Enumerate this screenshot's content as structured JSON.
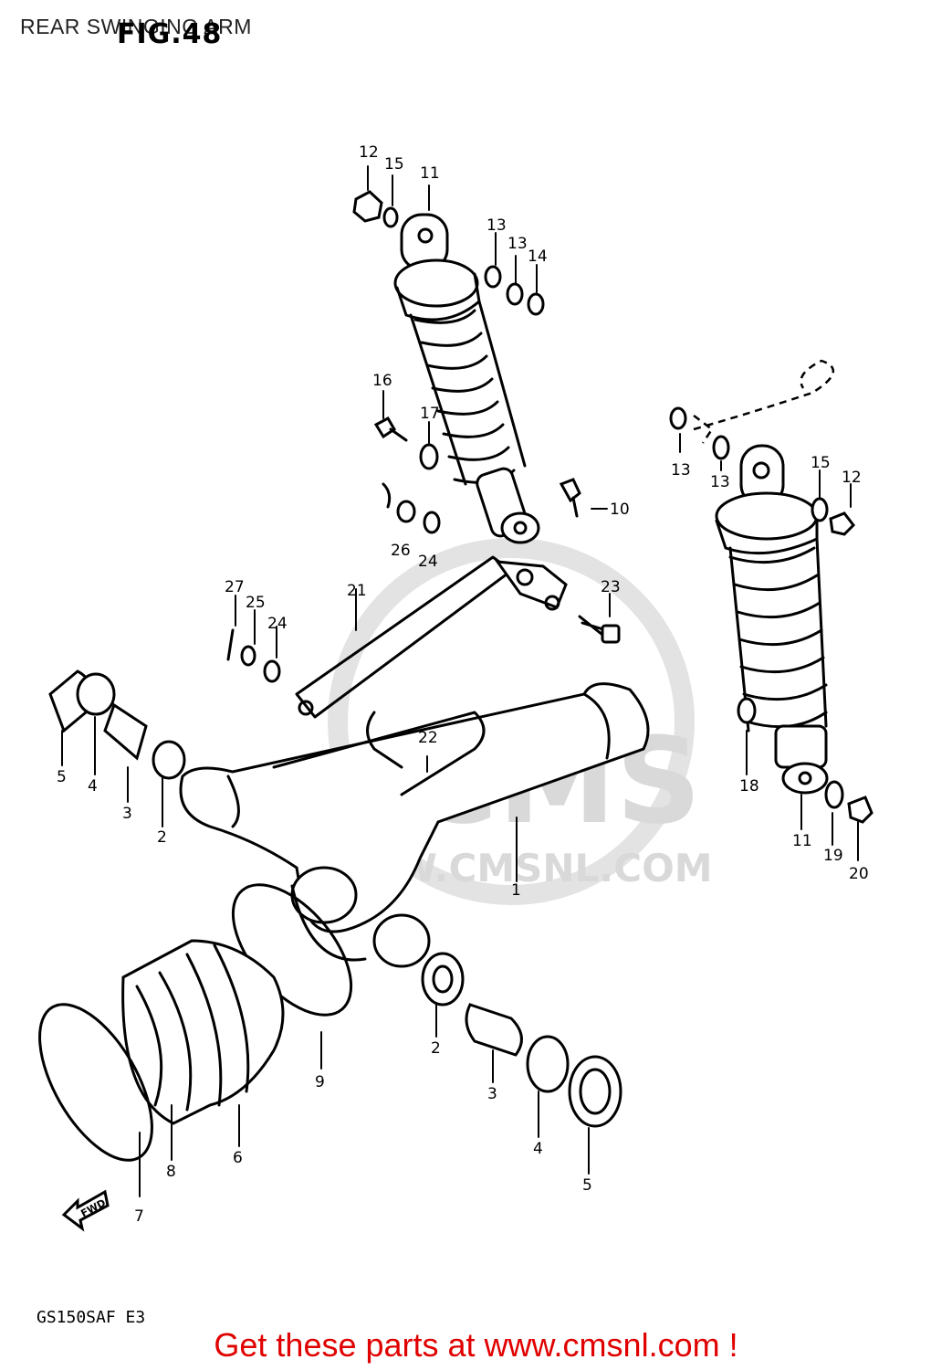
{
  "page": {
    "title": "REAR SWINGING ARM",
    "figure_label": "FIG.48",
    "model_code": "GS150SAF  E3",
    "watermark_brand": "CMS",
    "watermark_url": "WWW.CMSNL.COM",
    "direction_label": "FWD",
    "cta_text": "Get these parts at www.cmsnl.com !"
  },
  "callouts": {
    "c1": "1",
    "c2a": "2",
    "c2b": "2",
    "c3a": "3",
    "c3b": "3",
    "c4a": "4",
    "c4b": "4",
    "c5a": "5",
    "c5b": "5",
    "c6": "6",
    "c7": "7",
    "c8": "8",
    "c9": "9",
    "c10": "10",
    "c11a": "11",
    "c11b": "11",
    "c12a": "12",
    "c12b": "12",
    "c13a": "13",
    "c13b": "13",
    "c13c": "13",
    "c13d": "13",
    "c14": "14",
    "c15a": "15",
    "c15b": "15",
    "c16": "16",
    "c17": "17",
    "c18": "18",
    "c19": "19",
    "c20": "20",
    "c21": "21",
    "c22": "22",
    "c23": "23",
    "c24a": "24",
    "c24b": "24",
    "c25": "25",
    "c26": "26",
    "c27": "27"
  },
  "colors": {
    "cta": "#e00000",
    "watermark": "#d9d9d9",
    "line": "#000000"
  }
}
